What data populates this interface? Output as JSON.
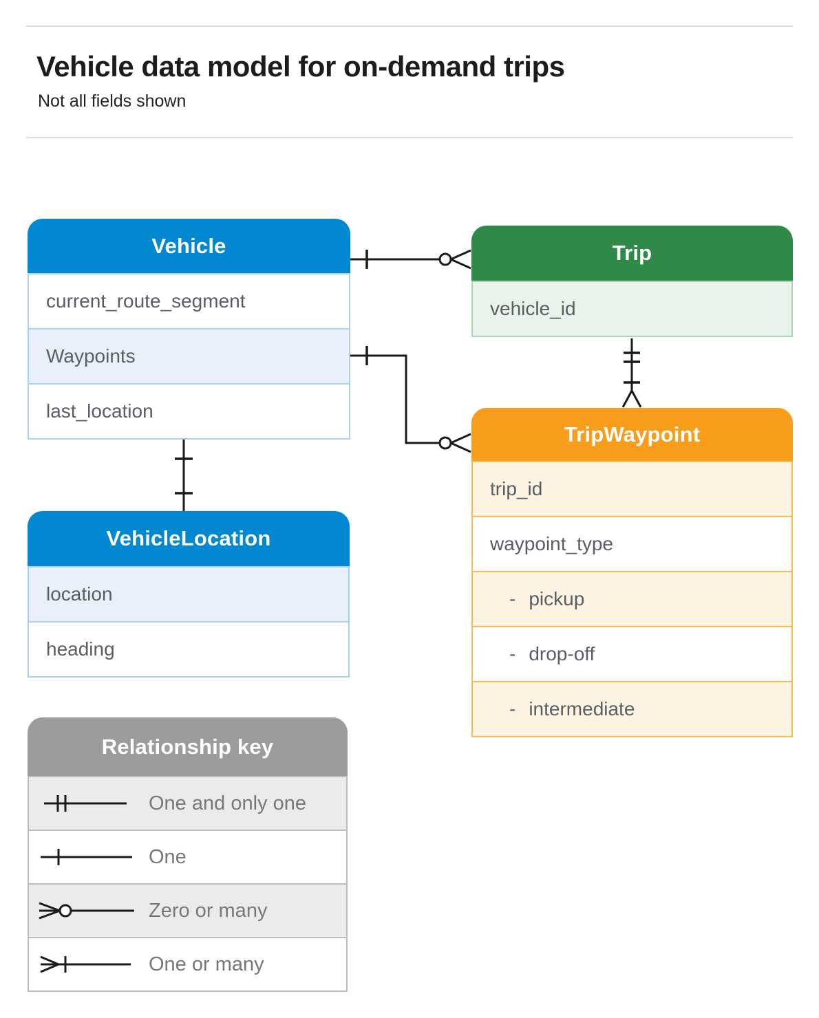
{
  "page": {
    "title": "Vehicle data model for on-demand trips",
    "subtitle": "Not all fields shown"
  },
  "entities": {
    "vehicle": {
      "title": "Vehicle",
      "rows": [
        {
          "label": "current_route_segment"
        },
        {
          "label": "Waypoints"
        },
        {
          "label": "last_location"
        }
      ]
    },
    "trip": {
      "title": "Trip",
      "rows": [
        {
          "label": "vehicle_id"
        }
      ]
    },
    "trip_waypoint": {
      "title": "TripWaypoint",
      "rows": [
        {
          "label": "trip_id"
        },
        {
          "label": "waypoint_type"
        },
        {
          "bullet": "-",
          "label": "pickup"
        },
        {
          "bullet": "-",
          "label": "drop-off"
        },
        {
          "bullet": "-",
          "label": "intermediate"
        }
      ]
    },
    "vehicle_location": {
      "title": "VehicleLocation",
      "rows": [
        {
          "label": "location"
        },
        {
          "label": "heading"
        }
      ]
    }
  },
  "legend": {
    "title": "Relationship key",
    "items": [
      {
        "symbol": "one-and-only-one",
        "label": "One and only one"
      },
      {
        "symbol": "one",
        "label": "One"
      },
      {
        "symbol": "zero-or-many",
        "label": "Zero or many"
      },
      {
        "symbol": "one-or-many",
        "label": "One or many"
      }
    ]
  },
  "relationships": [
    {
      "from": "Vehicle",
      "to": "Trip",
      "from_cardinality": "one",
      "to_cardinality": "zero-or-many"
    },
    {
      "from": "Vehicle.Waypoints",
      "to": "TripWaypoint",
      "from_cardinality": "one",
      "to_cardinality": "zero-or-many"
    },
    {
      "from": "Trip",
      "to": "TripWaypoint",
      "from_cardinality": "one-and-only-one",
      "to_cardinality": "one-or-many"
    },
    {
      "from": "Vehicle.last_location",
      "to": "VehicleLocation",
      "from_cardinality": "one",
      "to_cardinality": "one"
    }
  ],
  "colors": {
    "blue_header": "#0287D1",
    "blue_row": "#E8F1FB",
    "blue_border": "#A8D2F0",
    "green_header": "#2E8A46",
    "green_row": "#E9F3EC",
    "green_border": "#A9D6B4",
    "orange_header": "#F89C1C",
    "orange_row": "#FDF3E2",
    "orange_border": "#F9BC52",
    "gray_header": "#9C9C9C",
    "gray_row": "#EBEBEB",
    "gray_border": "#BDBDBD",
    "connector": "#1A1A1A"
  }
}
